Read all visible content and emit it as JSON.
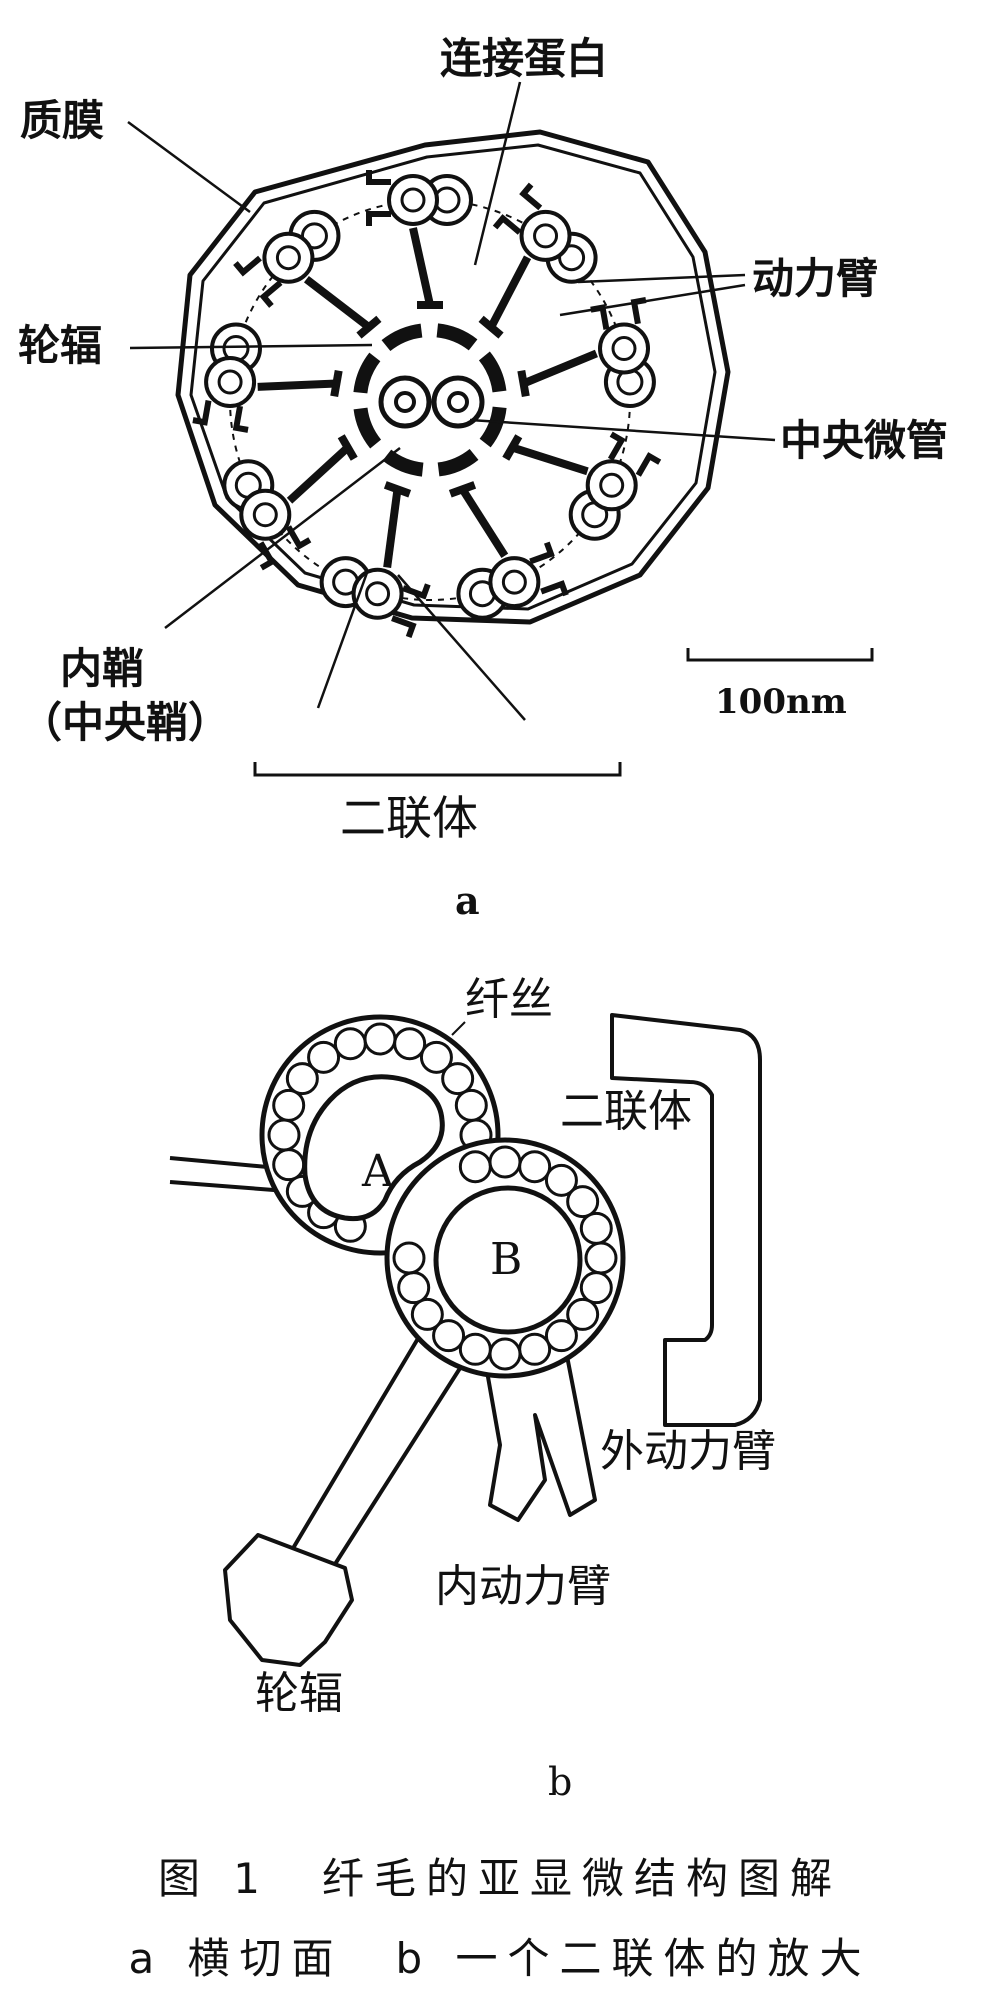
{
  "figure_a": {
    "labels": {
      "plasma_membrane": "质膜",
      "nexin": "连接蛋白",
      "dynein_arm": "动力臂",
      "radial_spoke": "轮辐",
      "central_microtubule": "中央微管",
      "inner_sheath": "内鞘",
      "central_sheath": "（中央鞘）",
      "doublet": "二联体",
      "scale_bar": "100nm"
    },
    "sublabel": "a"
  },
  "figure_b": {
    "labels": {
      "filament": "纤丝",
      "doublet": "二联体",
      "tubule_a": "A",
      "tubule_b": "B",
      "outer_dynein_arm": "外动力臂",
      "inner_dynein_arm": "内动力臂",
      "radial_spoke": "轮辐"
    },
    "sublabel": "b"
  },
  "caption": {
    "line1": "图 1　纤毛的亚显微结构图解",
    "line2": "a 横切面　b 一个二联体的放大"
  }
}
